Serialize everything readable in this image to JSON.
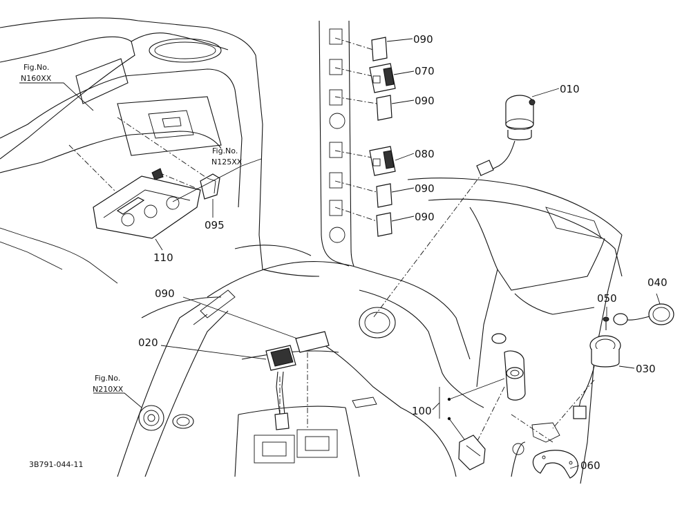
{
  "drawing_id": "3B791-044-11",
  "fig_refs": [
    {
      "fig": "Fig.No.",
      "num": "N160XX"
    },
    {
      "fig": "Fig.No.",
      "num": "N125XX"
    },
    {
      "fig": "Fig.No.",
      "num": "N210XX"
    }
  ],
  "parts": [
    {
      "label": "010"
    },
    {
      "label": "020"
    },
    {
      "label": "030"
    },
    {
      "label": "040"
    },
    {
      "label": "050"
    },
    {
      "label": "060"
    },
    {
      "label": "070"
    },
    {
      "label": "080"
    },
    {
      "label": "090"
    },
    {
      "label": "090"
    },
    {
      "label": "090"
    },
    {
      "label": "090"
    },
    {
      "label": "090"
    },
    {
      "label": "095"
    },
    {
      "label": "100"
    },
    {
      "label": "110"
    }
  ]
}
